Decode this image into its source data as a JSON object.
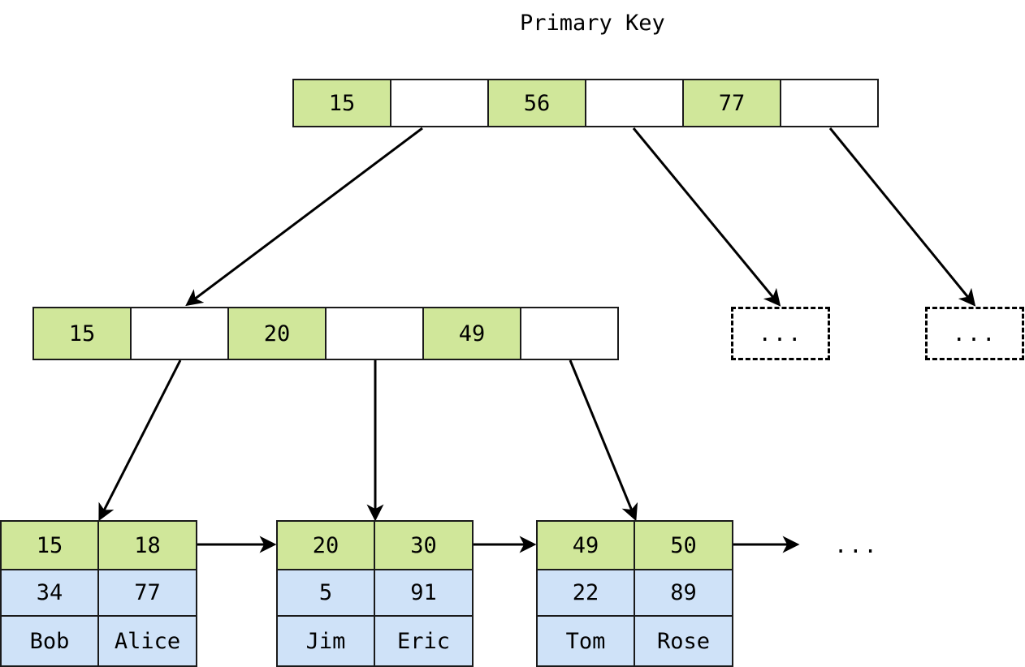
{
  "diagram": {
    "title": "Primary Key",
    "colors": {
      "key_fill": "#d0e79a",
      "data_fill": "#cfe2f8",
      "pointer_fill": "#ffffff",
      "stroke": "#1a1a1a"
    },
    "root_node": {
      "label": "root-internal-node",
      "cells": [
        {
          "type": "key",
          "text": "15"
        },
        {
          "type": "pointer",
          "text": ""
        },
        {
          "type": "key",
          "text": "56"
        },
        {
          "type": "pointer",
          "text": ""
        },
        {
          "type": "key",
          "text": "77"
        },
        {
          "type": "pointer",
          "text": ""
        }
      ]
    },
    "internal_node": {
      "label": "level2-internal-node",
      "cells": [
        {
          "type": "key",
          "text": "15"
        },
        {
          "type": "pointer",
          "text": ""
        },
        {
          "type": "key",
          "text": "20"
        },
        {
          "type": "pointer",
          "text": ""
        },
        {
          "type": "key",
          "text": "49"
        },
        {
          "type": "pointer",
          "text": ""
        }
      ]
    },
    "collapsed_nodes": [
      {
        "label": "collapsed-subtree-1",
        "text": "..."
      },
      {
        "label": "collapsed-subtree-2",
        "text": "..."
      }
    ],
    "leaf_nodes": [
      {
        "label": "leaf-node-1",
        "keys": [
          "15",
          "18"
        ],
        "values": [
          "34",
          "77"
        ],
        "names": [
          "Bob",
          "Alice"
        ]
      },
      {
        "label": "leaf-node-2",
        "keys": [
          "20",
          "30"
        ],
        "values": [
          "5",
          "91"
        ],
        "names": [
          "Jim",
          "Eric"
        ]
      },
      {
        "label": "leaf-node-3",
        "keys": [
          "49",
          "50"
        ],
        "values": [
          "22",
          "89"
        ],
        "names": [
          "Tom",
          "Rose"
        ]
      }
    ],
    "leaf_chain_tail": "..."
  }
}
